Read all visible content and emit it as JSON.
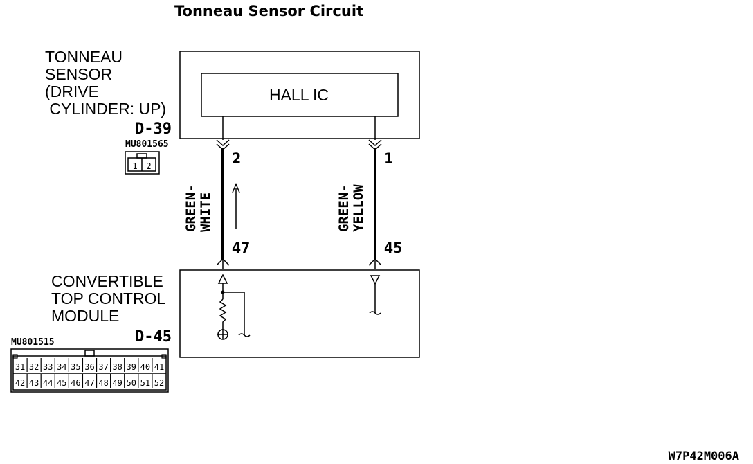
{
  "title": "Tonneau Sensor Circuit",
  "sensor": {
    "label_lines": [
      "TONNEAU",
      "SENSOR",
      "(DRIVE",
      " CYLINDER: UP)"
    ],
    "connector_id": "D-39",
    "part_number": "MU801565",
    "pins": [
      "1",
      "2"
    ],
    "ic_label": "HALL IC"
  },
  "module": {
    "label_lines": [
      "CONVERTIBLE",
      "TOP CONTROL",
      "MODULE"
    ],
    "connector_id": "D-45",
    "part_number": "MU801515",
    "pins_row1": [
      "31",
      "32",
      "33",
      "34",
      "35",
      "36",
      "37",
      "38",
      "39",
      "40",
      "41"
    ],
    "pins_row2": [
      "42",
      "43",
      "44",
      "45",
      "46",
      "47",
      "48",
      "49",
      "50",
      "51",
      "52"
    ]
  },
  "wires": [
    {
      "color_lines": [
        "GREEN-",
        "WHITE"
      ],
      "sensor_pin": "2",
      "module_pin": "47"
    },
    {
      "color_lines": [
        "GREEN-",
        "YELLOW"
      ],
      "sensor_pin": "1",
      "module_pin": "45"
    }
  ],
  "reference_code": "W7P42M006A"
}
